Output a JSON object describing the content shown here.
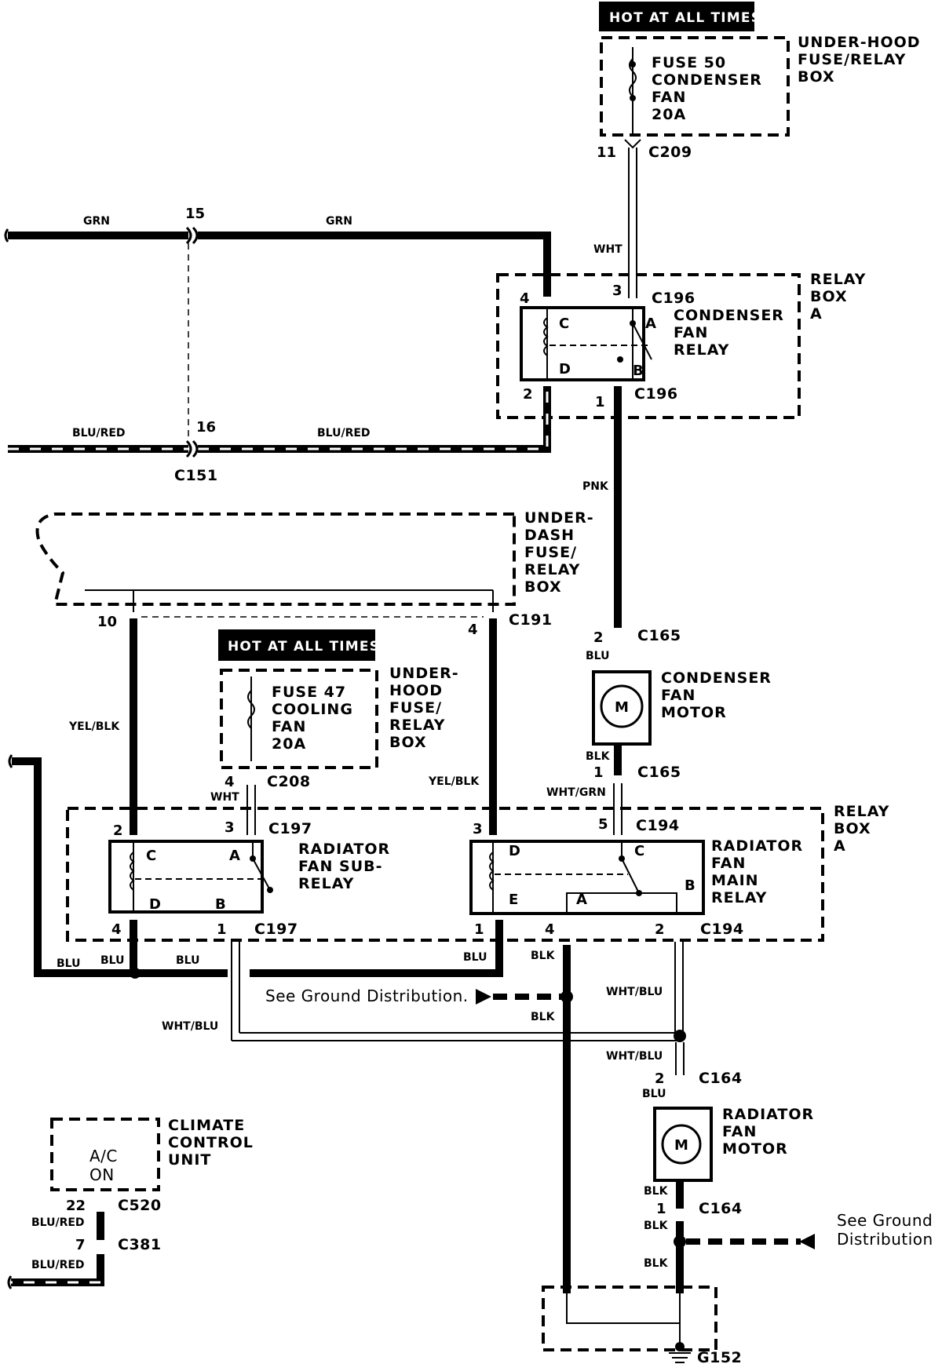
{
  "hot_label_top": "HOT AT ALL TIMES",
  "hot_label_mid": "HOT AT ALL TIMES",
  "fuse50": {
    "line1": "FUSE 50",
    "line2": "CONDENSER",
    "line3": "FAN",
    "line4": "20A"
  },
  "fuse47": {
    "line1": "FUSE 47",
    "line2": "COOLING",
    "line3": "FAN",
    "line4": "20A"
  },
  "underhood_top": {
    "line1": "UNDER-HOOD",
    "line2": "FUSE/RELAY",
    "line3": "BOX"
  },
  "underhood_mid": {
    "line1": "UNDER-",
    "line2": "HOOD",
    "line3": "FUSE/",
    "line4": "RELAY",
    "line5": "BOX"
  },
  "underdash": {
    "line1": "UNDER-",
    "line2": "DASH",
    "line3": "FUSE/",
    "line4": "RELAY",
    "line5": "BOX"
  },
  "relaybox_top": {
    "line1": "RELAY",
    "line2": "BOX",
    "line3": "A"
  },
  "relaybox_bot": {
    "line1": "RELAY",
    "line2": "BOX",
    "line3": "A"
  },
  "condenser_relay": {
    "line1": "CONDENSER",
    "line2": "FAN",
    "line3": "RELAY"
  },
  "sub_relay": {
    "line1": "RADIATOR",
    "line2": "FAN SUB-",
    "line3": "RELAY"
  },
  "main_relay": {
    "line1": "RADIATOR",
    "line2": "FAN",
    "line3": "MAIN",
    "line4": "RELAY"
  },
  "condenser_motor": {
    "line1": "CONDENSER",
    "line2": "FAN",
    "line3": "MOTOR"
  },
  "radiator_motor": {
    "line1": "RADIATOR",
    "line2": "FAN",
    "line3": "MOTOR"
  },
  "climate": {
    "line1": "CLIMATE",
    "line2": "CONTROL",
    "line3": "UNIT",
    "inner1": "A/C",
    "inner2": "ON"
  },
  "motor_symbol": "M",
  "ground_ref_1": "See Ground Distribution.",
  "ground_ref_2": {
    "line1": "See Ground",
    "line2": "Distribution"
  },
  "connectors": {
    "c209": "C209",
    "c196a": "C196",
    "c196b": "C196",
    "c151": "C151",
    "c191": "C191",
    "c165a": "C165",
    "c165b": "C165",
    "c208": "C208",
    "c197a": "C197",
    "c197b": "C197",
    "c194a": "C194",
    "c194b": "C194",
    "c164a": "C164",
    "c164b": "C164",
    "c520": "C520",
    "c381": "C381",
    "g152": "G152"
  },
  "pins": {
    "p11": "11",
    "p4a": "4",
    "p3a": "3",
    "p2a": "2",
    "p1a": "1",
    "p15": "15",
    "p16": "16",
    "p10": "10",
    "p4b": "4",
    "p2c": "2",
    "p1c": "1",
    "p4c": "4",
    "p2d": "2",
    "p3d": "3",
    "p4d": "4",
    "p1d": "1",
    "p3e": "3",
    "p5e": "5",
    "p1e": "1",
    "p4e": "4",
    "p2e": "2",
    "p2f": "2",
    "p1f": "1",
    "p22": "22",
    "p7": "7"
  },
  "relay_terms": {
    "a": "A",
    "b": "B",
    "c": "C",
    "d": "D",
    "e": "E"
  },
  "wires": {
    "grn1": "GRN",
    "grn2": "GRN",
    "wht1": "WHT",
    "blured1": "BLU/RED",
    "blured2": "BLU/RED",
    "pnk": "PNK",
    "blu1": "BLU",
    "blk1": "BLK",
    "whtgrn": "WHT/GRN",
    "yelblk1": "YEL/BLK",
    "yelblk2": "YEL/BLK",
    "wht2": "WHT",
    "blu2": "BLU",
    "blu3": "BLU",
    "blu4": "BLU",
    "blu5": "BLU",
    "blk2": "BLK",
    "whtblu1": "WHT/BLU",
    "blk3": "BLK",
    "whtblu2": "WHT/BLU",
    "whtblu3": "WHT/BLU",
    "blu6": "BLU",
    "blk4": "BLK",
    "blk5": "BLK",
    "blk6": "BLK",
    "blured3": "BLU/RED",
    "blured4": "BLU/RED"
  }
}
